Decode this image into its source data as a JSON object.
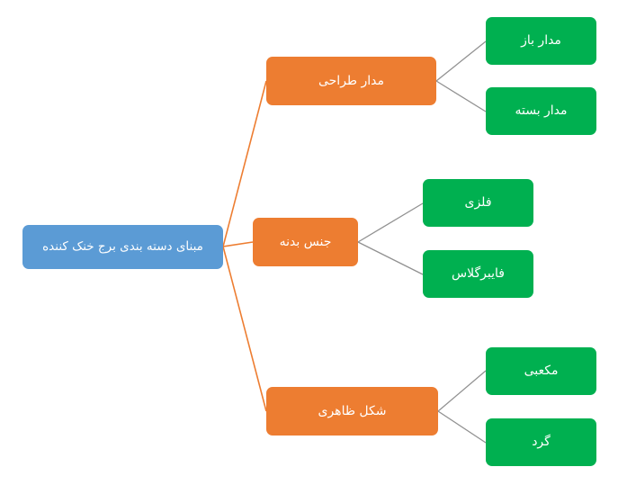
{
  "diagram": {
    "type": "tree-mindmap",
    "orientation": "left-to-right",
    "language": "fa",
    "colors": {
      "root": "#5B9BD5",
      "branch": "#ED7D31",
      "leaf": "#00B050",
      "root_connector": "#ED7D31",
      "branch_connector": "#808080",
      "background": "#FFFFFF",
      "text": "#FFFFFF"
    },
    "root": {
      "label": "مبنای دسته بندی برج خنک کننده"
    },
    "branches": [
      {
        "label": "مدار طراحی",
        "leaves": [
          {
            "label": "مدار باز"
          },
          {
            "label": "مدار بسته"
          }
        ]
      },
      {
        "label": "جنس بدنه",
        "leaves": [
          {
            "label": "فلزی"
          },
          {
            "label": "فایبرگلاس"
          }
        ]
      },
      {
        "label": "شکل ظاهری",
        "leaves": [
          {
            "label": "مکعبی"
          },
          {
            "label": "گرد"
          }
        ]
      }
    ]
  }
}
